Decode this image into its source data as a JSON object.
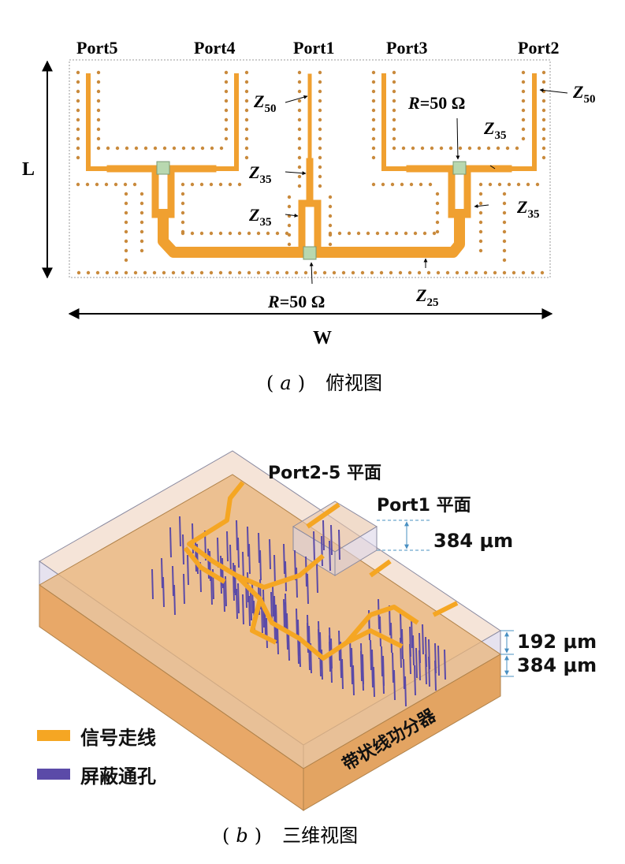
{
  "top_view": {
    "ports": [
      "Port5",
      "Port4",
      "Port1",
      "Port3",
      "Port2"
    ],
    "impedance_labels": {
      "z50_center": {
        "base": "Z",
        "sub": "50"
      },
      "z50_right": {
        "base": "Z",
        "sub": "50"
      },
      "z35_center_upper": {
        "base": "Z",
        "sub": "35"
      },
      "z35_center_lower": {
        "base": "Z",
        "sub": "35"
      },
      "z35_right_upper": {
        "base": "Z",
        "sub": "35"
      },
      "z35_right_lower": {
        "base": "Z",
        "sub": "35"
      },
      "z25_bottom": {
        "base": "Z",
        "sub": "25"
      }
    },
    "resistor_label_top": {
      "italic": "R",
      "text": "=50 Ω"
    },
    "resistor_label_bottom": {
      "italic": "R",
      "text": "=50 Ω"
    },
    "dim_L": "L",
    "dim_W": "W",
    "caption_letter": "a",
    "caption_text": "俯视图"
  },
  "view_3d": {
    "port_plane_2_5": "Port2-5 平面",
    "port_plane_1": "Port1 平面",
    "dim_top": "384  μm",
    "dim_mid": "192  μm",
    "dim_bottom": "384  μm",
    "device_label": "带状线功分器",
    "legend": [
      {
        "label": "信号走线",
        "color": "#F5A623"
      },
      {
        "label": "屏蔽通孔",
        "color": "#5B4AA8"
      }
    ],
    "caption_letter": "b",
    "caption_text": "三维视图"
  },
  "colors": {
    "trace": "#F0A030",
    "via": "#C98A3C",
    "resistor": "#B8D8B0",
    "substrate": "#E8B47A",
    "via_purple": "#5B4AA8"
  }
}
